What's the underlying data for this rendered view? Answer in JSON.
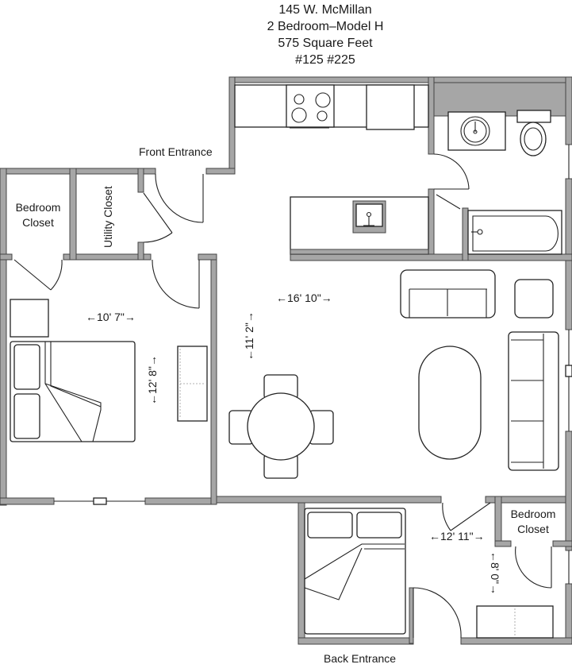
{
  "header": {
    "address": "145 W. McMillan",
    "model": "2 Bedroom–Model H",
    "area": "575 Square Feet",
    "units": "#125 #225"
  },
  "labels": {
    "front_entrance": "Front Entrance",
    "back_entrance": "Back Entrance",
    "bedroom_closet_1_line1": "Bedroom",
    "bedroom_closet_1_line2": "Closet",
    "utility_closet": "Utility Closet",
    "bedroom_closet_2_line1": "Bedroom",
    "bedroom_closet_2_line2": "Closet"
  },
  "dimensions": {
    "bedroom1_width": "←10' 7\"→",
    "bedroom1_length": "←12' 8\"→",
    "living_width": "←16' 10\"→",
    "living_length": "←11' 2\"→",
    "bedroom2_width": "←12' 11\"→",
    "bedroom2_length": "←8' 0\"→"
  },
  "colors": {
    "wall": "#a6a6a6",
    "line": "#222222",
    "background": "#ffffff"
  }
}
